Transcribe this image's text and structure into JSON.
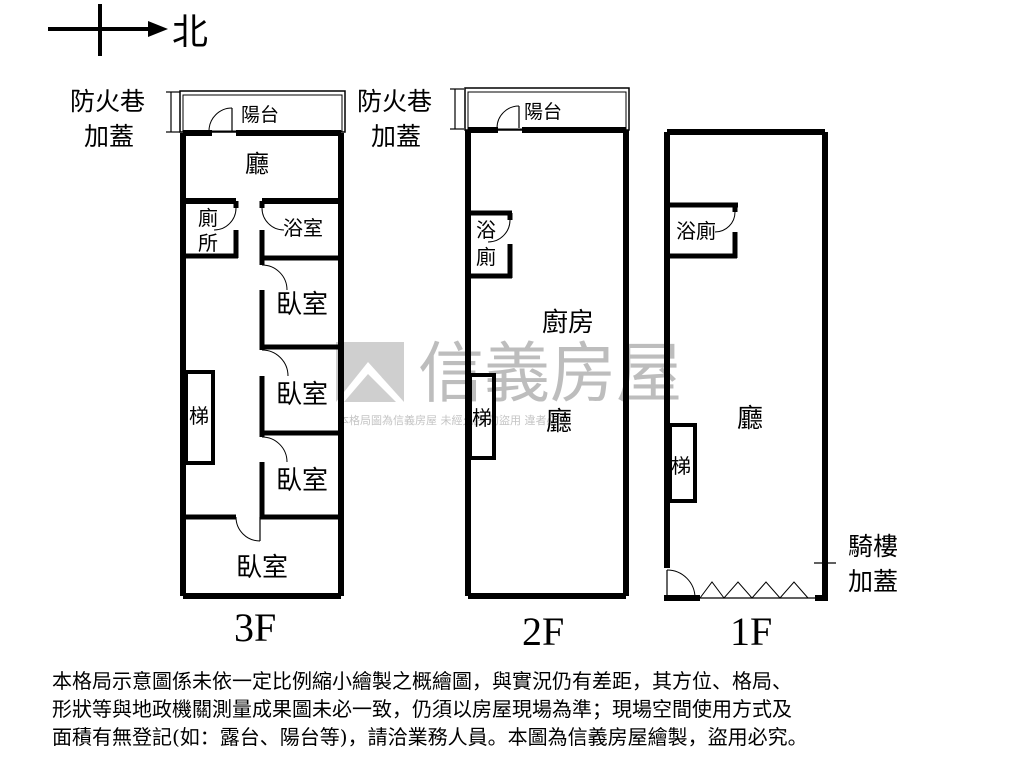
{
  "compass": {
    "north": "北"
  },
  "floors": {
    "f3": {
      "label": "3F",
      "annex": [
        "防火巷",
        "加蓋"
      ],
      "rooms": {
        "balcony": "陽台",
        "living": "廳",
        "toilet_1": "廁",
        "toilet_2": "所",
        "bath": "浴室",
        "bed_1": "臥室",
        "bed_2": "臥室",
        "bed_3": "臥室",
        "bed_4": "臥室",
        "stairs": "梯"
      }
    },
    "f2": {
      "label": "2F",
      "annex": [
        "防火巷",
        "加蓋"
      ],
      "rooms": {
        "balcony": "陽台",
        "bath_1": "浴",
        "bath_2": "廁",
        "kitchen": "廚房",
        "living": "廳",
        "stairs": "梯"
      }
    },
    "f1": {
      "label": "1F",
      "rooms": {
        "bath": "浴廁",
        "living": "廳",
        "stairs": "梯"
      },
      "arcade": [
        "騎樓",
        "加蓋"
      ]
    }
  },
  "watermark": {
    "brand": "信義房屋",
    "note": "本格局圖為信義房屋 未經允許 勿盜用 違者必究"
  },
  "disclaimer": [
    "本格局示意圖係未依一定比例縮小繪製之概繪圖，與實況仍有差距，其方位、格局、",
    "形狀等與地政機關測量成果圖未必一致，仍須以房屋現場為準；現場空間使用方式及",
    "面積有無登記(如：露台、陽台等)，請洽業務人員。本圖為信義房屋繪製，盜用必究。"
  ]
}
